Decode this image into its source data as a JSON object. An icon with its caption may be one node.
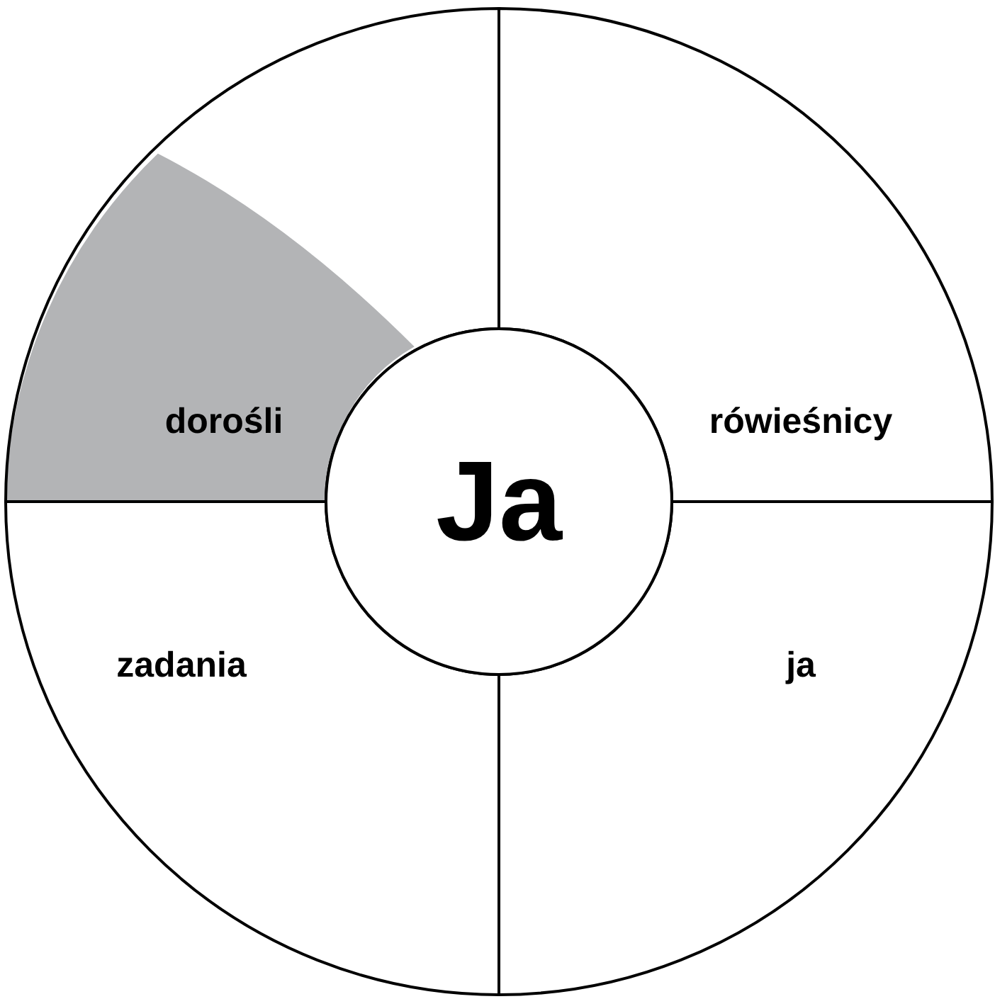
{
  "diagram": {
    "nodes": [
      {
        "text": [
          "Ja"
        ]
      },
      {
        "text": [
          "dorośli"
        ]
      },
      {
        "text": [
          "rówieśnicy"
        ]
      },
      {
        "text": [
          "zadania"
        ]
      },
      {
        "text": [
          "ja"
        ]
      }
    ]
  }
}
